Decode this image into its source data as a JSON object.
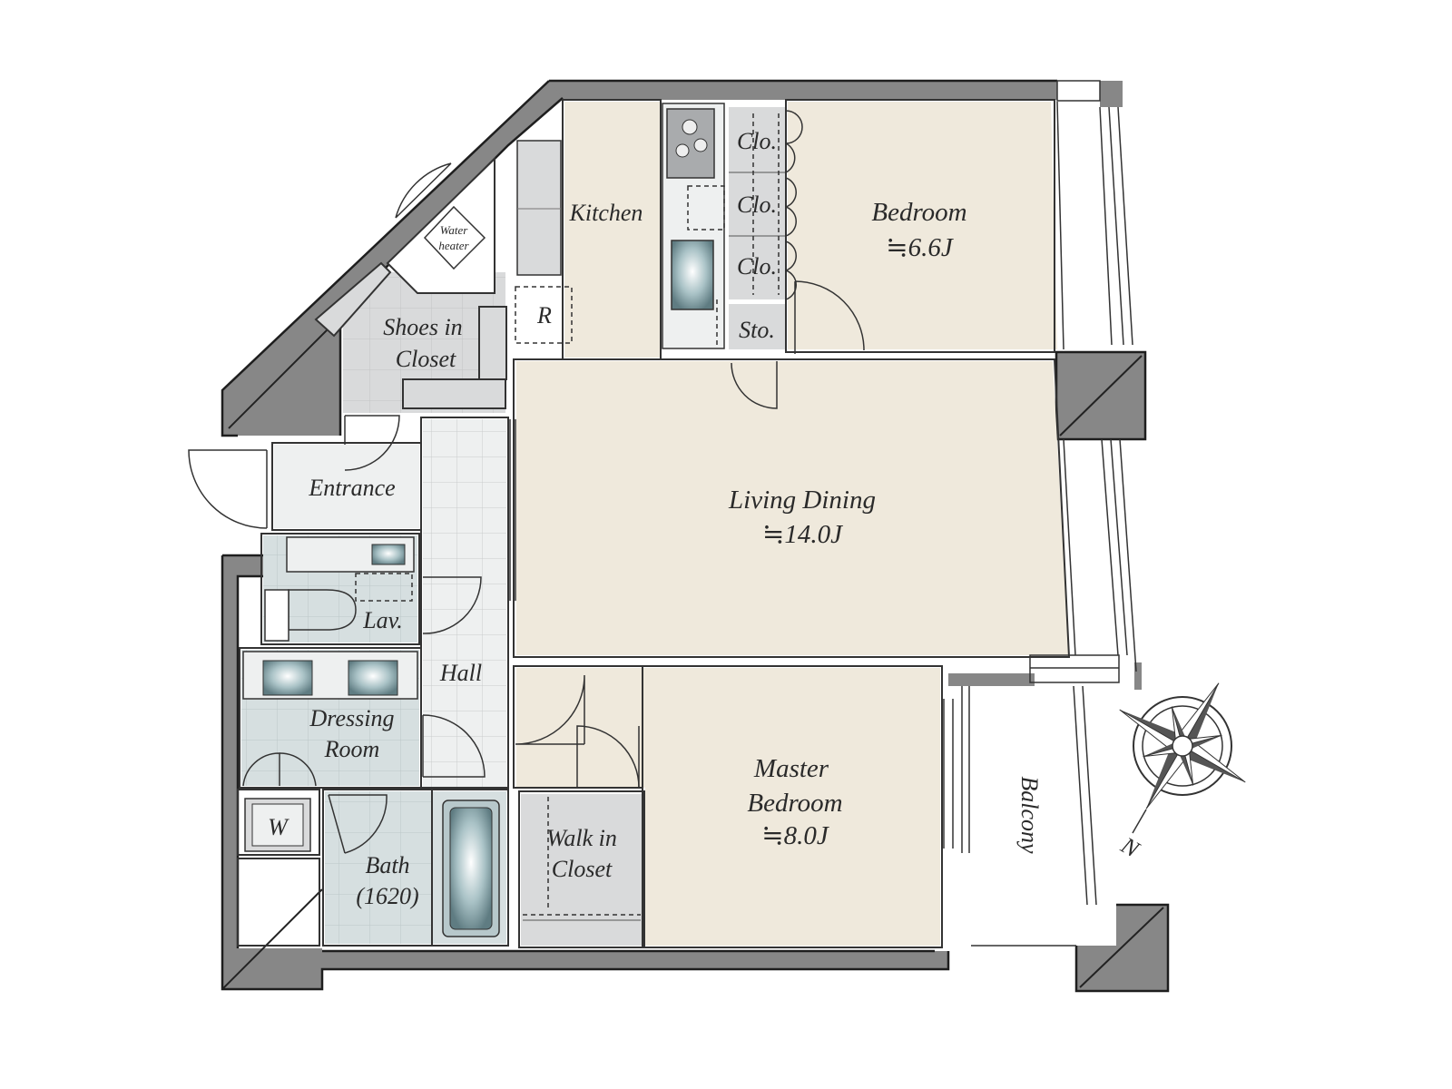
{
  "rooms": {
    "kitchen": "Kitchen",
    "bedroom": "Bedroom",
    "bedroom_area": "≒6.6J",
    "living": "Living Dining",
    "living_area": "≒14.0J",
    "master_line1": "Master",
    "master_line2": "Bedroom",
    "master_area": "≒8.0J",
    "entrance": "Entrance",
    "hall": "Hall",
    "lav": "Lav.",
    "dressing_line1": "Dressing",
    "dressing_line2": "Room",
    "bath_line1": "Bath",
    "bath_line2": "(1620)",
    "walkin_line1": "Walk in",
    "walkin_line2": "Closet",
    "shoes_line1": "Shoes in",
    "shoes_line2": "Closet",
    "balcony": "Balcony"
  },
  "fixtures": {
    "closet1": "Clo.",
    "closet2": "Clo.",
    "closet3": "Clo.",
    "storage": "Sto.",
    "refrigerator": "R",
    "washer": "W",
    "water_line1": "Water",
    "water_line2": "heater"
  },
  "compass": {
    "north": "N"
  },
  "colors": {
    "beige_floor": "#efe9dc",
    "gray_floor": "#d9dadb",
    "wet_floor": "#d6dfe0",
    "wall": "#878787"
  }
}
